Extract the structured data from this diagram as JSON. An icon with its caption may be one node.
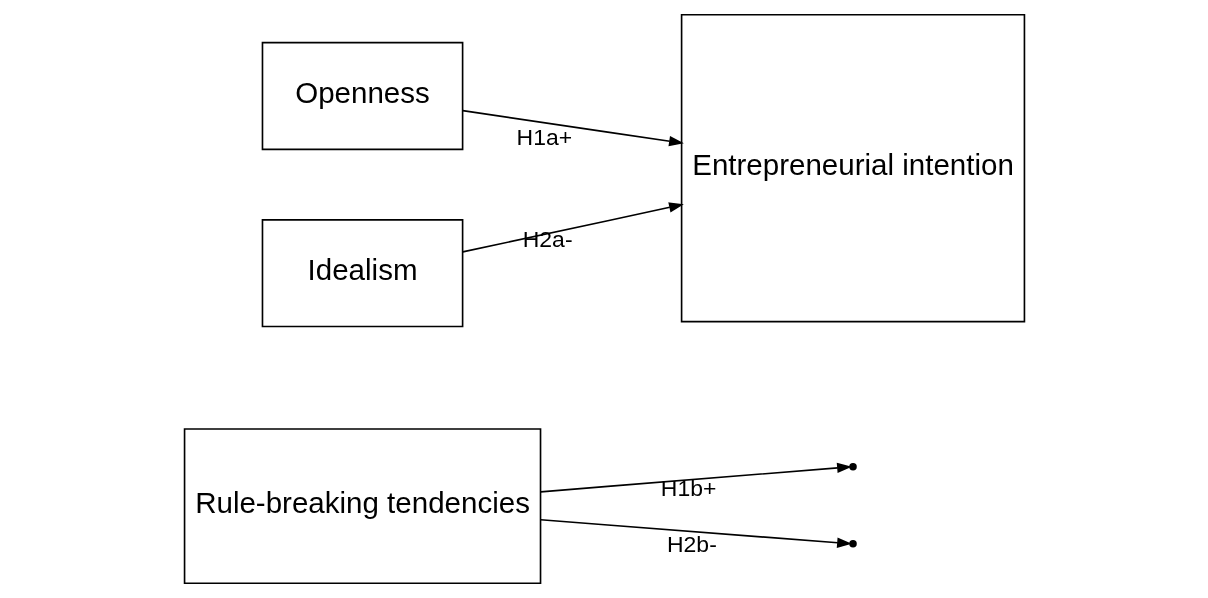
{
  "diagram": {
    "nodes": [
      {
        "text": [
          "Rule-breaking tendencies"
        ]
      },
      {
        "text": [
          "Openness"
        ]
      },
      {
        "text": [
          "Entrepreneurial intention"
        ]
      },
      {
        "text": [
          "Idealism"
        ]
      }
    ],
    "edges": [
      {
        "from": 1,
        "to": 2,
        "arrow": "to",
        "label": "H1a+"
      },
      {
        "from": 3,
        "to": 2,
        "arrow": "to",
        "label": "H2a-"
      },
      {
        "from": 0,
        "to": null,
        "arrow": "to",
        "label": "H1b+"
      },
      {
        "from": 0,
        "to": null,
        "arrow": "to",
        "label": "H2b-"
      }
    ]
  }
}
